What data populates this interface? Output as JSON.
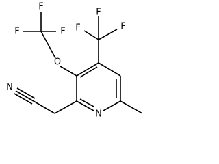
{
  "molecule": {
    "atoms": {
      "f1": "F",
      "f2": "F",
      "f3": "F",
      "f4": "F",
      "f5": "F",
      "f6": "F",
      "o": "O",
      "n_nitrile": "N",
      "n_ring": "N"
    }
  }
}
